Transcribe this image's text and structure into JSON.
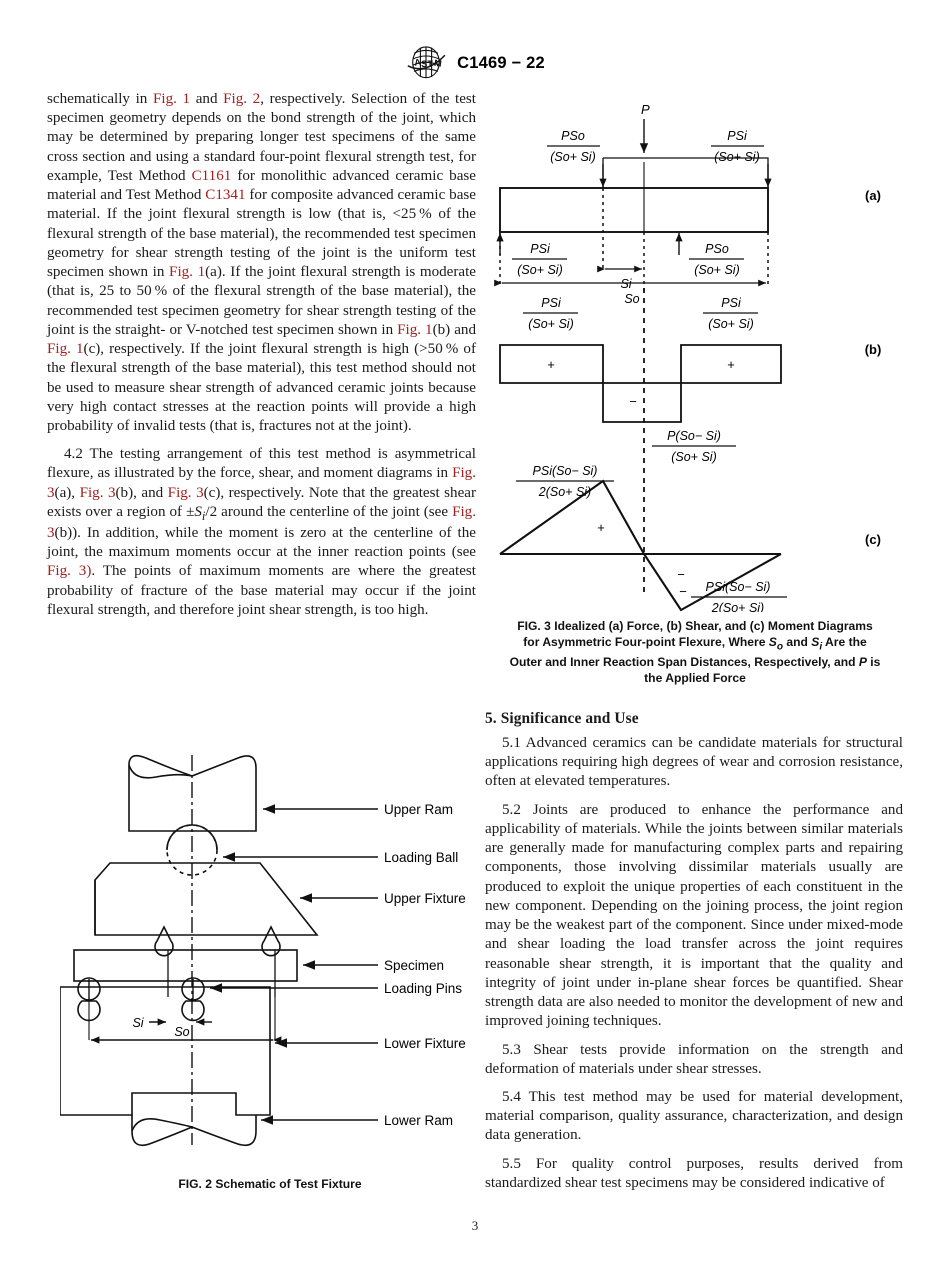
{
  "header": {
    "logo_alt": "ASTM logo",
    "designation": "C1469 − 22"
  },
  "page_number": "3",
  "left_column": {
    "para_continued": "schematically in Fig. 1 and Fig. 2, respectively. Selection of the test specimen geometry depends on the bond strength of the joint, which may be determined by preparing longer test specimens of the same cross section and using a standard four-point flexural strength test, for example, Test Method C1161 for monolithic advanced ceramic base material and Test Method C1341 for composite advanced ceramic base material. If the joint flexural strength is low (that is, <25 % of the flexural strength of the base material), the recommended test specimen geometry for shear strength testing of the joint is the uniform test specimen shown in Fig. 1(a). If the joint flexural strength is moderate (that is, 25 to 50 % of the flexural strength of the base material), the recommended test specimen geometry for shear strength testing of the joint is the straight- or V-notched test specimen shown in Fig. 1(b) and Fig. 1(c), respectively. If the joint flexural strength is high (>50 % of the flexural strength of the base material), this test method should not be used to measure shear strength of advanced ceramic joints because very high contact stresses at the reaction points will provide a high probability of invalid tests (that is, fractures not at the joint).",
    "para_4_2": "4.2 The testing arrangement of this test method is asymmetrical flexure, as illustrated by the force, shear, and moment diagrams in Fig. 3(a), Fig. 3(b), and Fig. 3(c), respectively. Note that the greatest shear exists over a region of ±Si/2 around the centerline of the joint (see Fig. 3(b)). In addition, while the moment is zero at the centerline of the joint, the maximum moments occur at the inner reaction points (see Fig. 3(c)). The points of maximum moments are where the greatest probability of fracture of the base material may occur if the joint flexural strength, and therefore joint shear strength, is too high."
  },
  "right_column": {
    "section_heading": "5.  Significance and Use",
    "para_5_1": "5.1 Advanced ceramics can be candidate materials for structural applications requiring high degrees of wear and corrosion resistance, often at elevated temperatures.",
    "para_5_2": "5.2 Joints are produced to enhance the performance and applicability of materials. While the joints between similar materials are generally made for manufacturing complex parts and repairing components, those involving dissimilar materials usually are produced to exploit the unique properties of each constituent in the new component. Depending on the joining process, the joint region may be the weakest part of the component. Since under mixed-mode and shear loading the load transfer across the joint requires reasonable shear strength, it is important that the quality and integrity of joint under in-plane shear forces be quantified. Shear strength data are also needed to monitor the development of new and improved joining techniques.",
    "para_5_3": "5.3 Shear tests provide information on the strength and deformation of materials under shear stresses.",
    "para_5_4": "5.4  This test method may be used for material development, material comparison, quality assurance, characterization, and design data generation.",
    "para_5_5": "5.5  For quality control purposes, results derived from standardized shear test specimens may be considered indicative of"
  },
  "figure3": {
    "caption_line1": "FIG. 3 Idealized (a) Force, (b) Shear, and (c) Moment Diagrams",
    "caption_line2": "for Asymmetric Four-point Flexure, Where So and Si Are the",
    "caption_line3": "Outer and Inner Reaction Span Distances, Respectively, and P is",
    "caption_line4": "the Applied Force",
    "panel_labels": {
      "a": "(a)",
      "b": "(b)",
      "c": "(c)"
    },
    "applied_force_label": "P",
    "a_labels": {
      "top_left_num": "PSo",
      "top_left_den": "(So+ Si)",
      "top_right_num": "PSi",
      "top_right_den": "(So+ Si)",
      "bottom_left_num": "PSi",
      "bottom_left_den": "(So+ Si)",
      "bottom_right_num": "PSo",
      "bottom_right_den": "(So+ Si)",
      "span_inner": "Si",
      "span_outer": "So"
    },
    "b_labels": {
      "left_num": "PSi",
      "left_den": "(So+ Si)",
      "right_num": "PSi",
      "right_den": "(So+ Si)",
      "neg_num": "P(So− Si)",
      "neg_den": "(So+ Si)",
      "plus": "+",
      "minus": "−"
    },
    "c_labels": {
      "peak_num": "PSi(So− Si)",
      "peak_den": "2(So+ Si)",
      "trough_num": "PSi(So− Si)",
      "trough_den": "2(So+ Si)",
      "trough_sign": "−",
      "plus": "+",
      "minus": "−"
    }
  },
  "figure2": {
    "caption": "FIG. 2 Schematic of Test Fixture",
    "callouts": [
      "Upper Ram",
      "Loading Ball",
      "Upper Fixture",
      "Specimen",
      "Loading Pins",
      "Lower Fixture",
      "Lower Ram"
    ],
    "dim_inner": "Si",
    "dim_outer": "So"
  },
  "colors": {
    "link_red": "#a32020",
    "text": "#1b1b1b",
    "line": "#1a1a1a"
  }
}
